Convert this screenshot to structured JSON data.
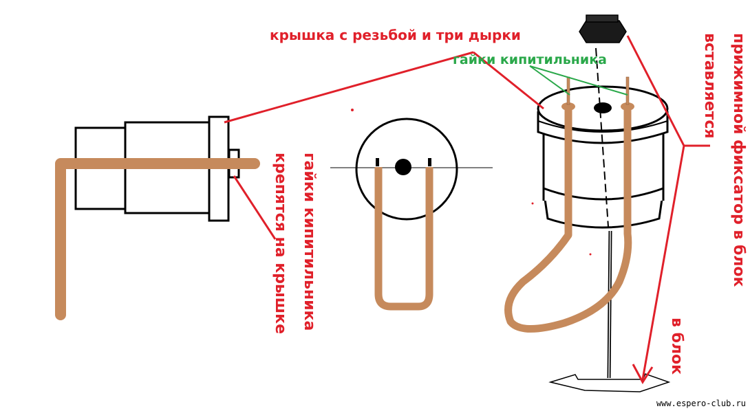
{
  "labels": {
    "lid": "крышка с резьбой и три дырки",
    "heater_nuts": "гайки кипитильника",
    "vert_left_a": "гайки кипитильника",
    "vert_left_b": "крепятся на крышке",
    "vert_right_a": "прижимной фиксатор в блок",
    "vert_right_b": "вставляется",
    "vert_right_c": "в блок"
  },
  "watermark": "www.espero-club.ru",
  "colors": {
    "annotation_red": "#e0202a",
    "annotation_green": "#2aa84a",
    "copper_tube": "#c68a5c",
    "outline": "#000000"
  }
}
